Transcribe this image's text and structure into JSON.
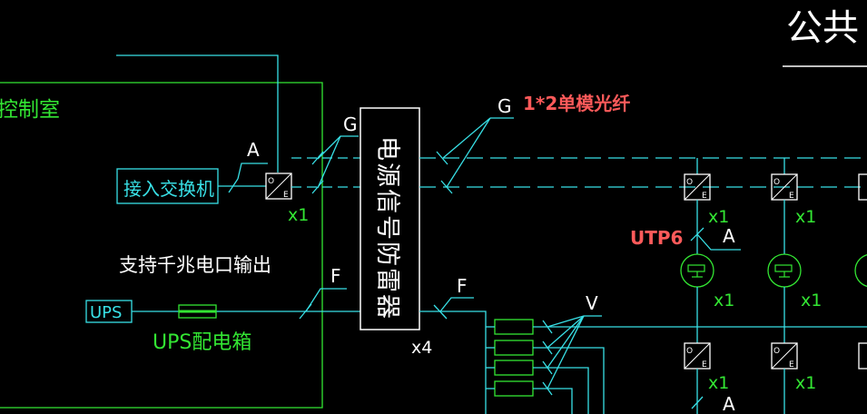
{
  "colors": {
    "background": "#000000",
    "cyan": "#38e0e6",
    "green": "#33e633",
    "white": "#ffffff",
    "red": "#ff5a5a"
  },
  "labels": {
    "title_partial": "公共",
    "control_room": "控制室",
    "access_switch": "接入交换机",
    "gigabit_note": "支持千兆电口输出",
    "ups": "UPS",
    "ups_box": "UPS配电箱",
    "surge_protector": "电源信号防雷器",
    "single_mode_fiber": "1*2单模光纤",
    "utp6": "UTP6",
    "letter_a": "A",
    "letter_g": "G",
    "letter_f": "F",
    "letter_v": "V",
    "x1": "x1",
    "x4": "x4",
    "conv_o": "O",
    "conv_e": "E"
  }
}
